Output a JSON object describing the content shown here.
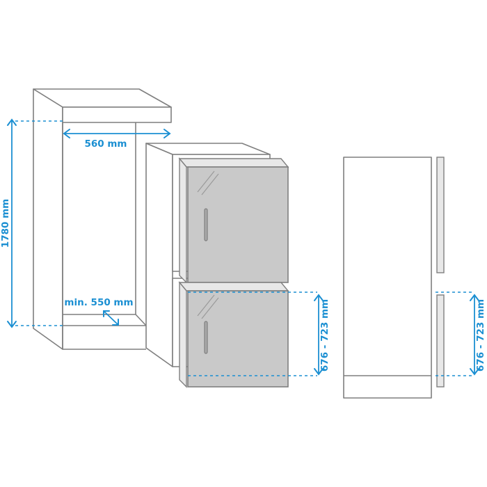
{
  "dimensions": {
    "width": "560 mm",
    "height": "1780 mm",
    "depth": "min. 550 mm",
    "door_height_front": "676 - 723 mm",
    "door_height_side": "676 - 723 mm"
  },
  "colors": {
    "dimension": "#1b8fd2",
    "outline": "#7f7f7f",
    "door": "#c9c9c9"
  }
}
